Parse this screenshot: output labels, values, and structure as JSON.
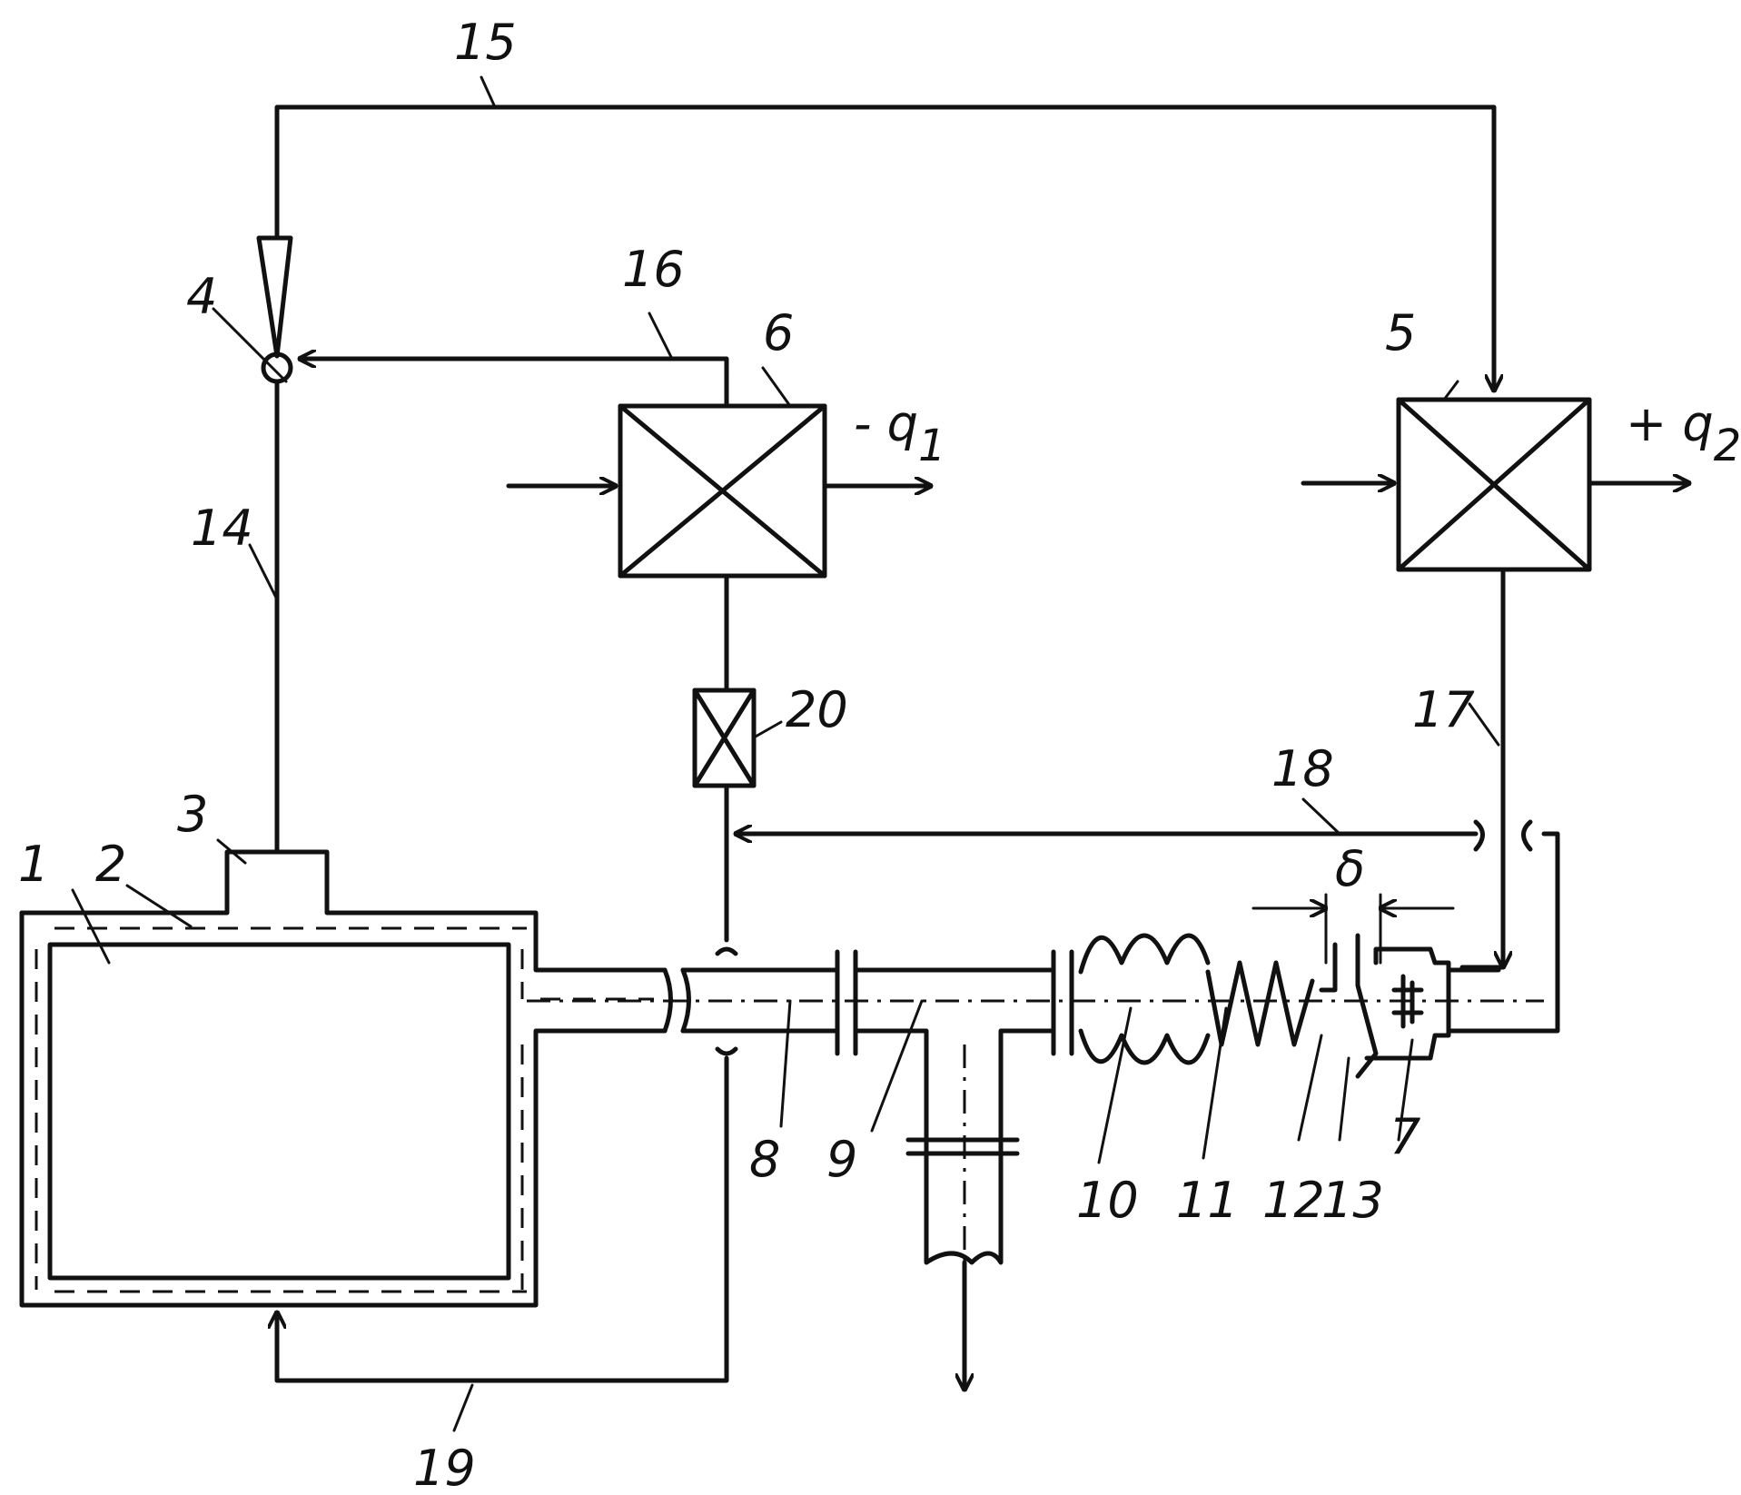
{
  "labels": {
    "n1": "1",
    "n2": "2",
    "n3": "3",
    "n4": "4",
    "n5": "5",
    "n6": "6",
    "n7": "7",
    "n8": "8",
    "n9": "9",
    "n10": "10",
    "n11": "11",
    "n12": "12",
    "n13": "13",
    "n14": "14",
    "n15": "15",
    "n16": "16",
    "n17": "17",
    "n18": "18",
    "n19": "19",
    "n20": "20",
    "q1": "- q",
    "q1_sub": "1",
    "q2": "+ q",
    "q2_sub": "2",
    "delta": "δ"
  }
}
